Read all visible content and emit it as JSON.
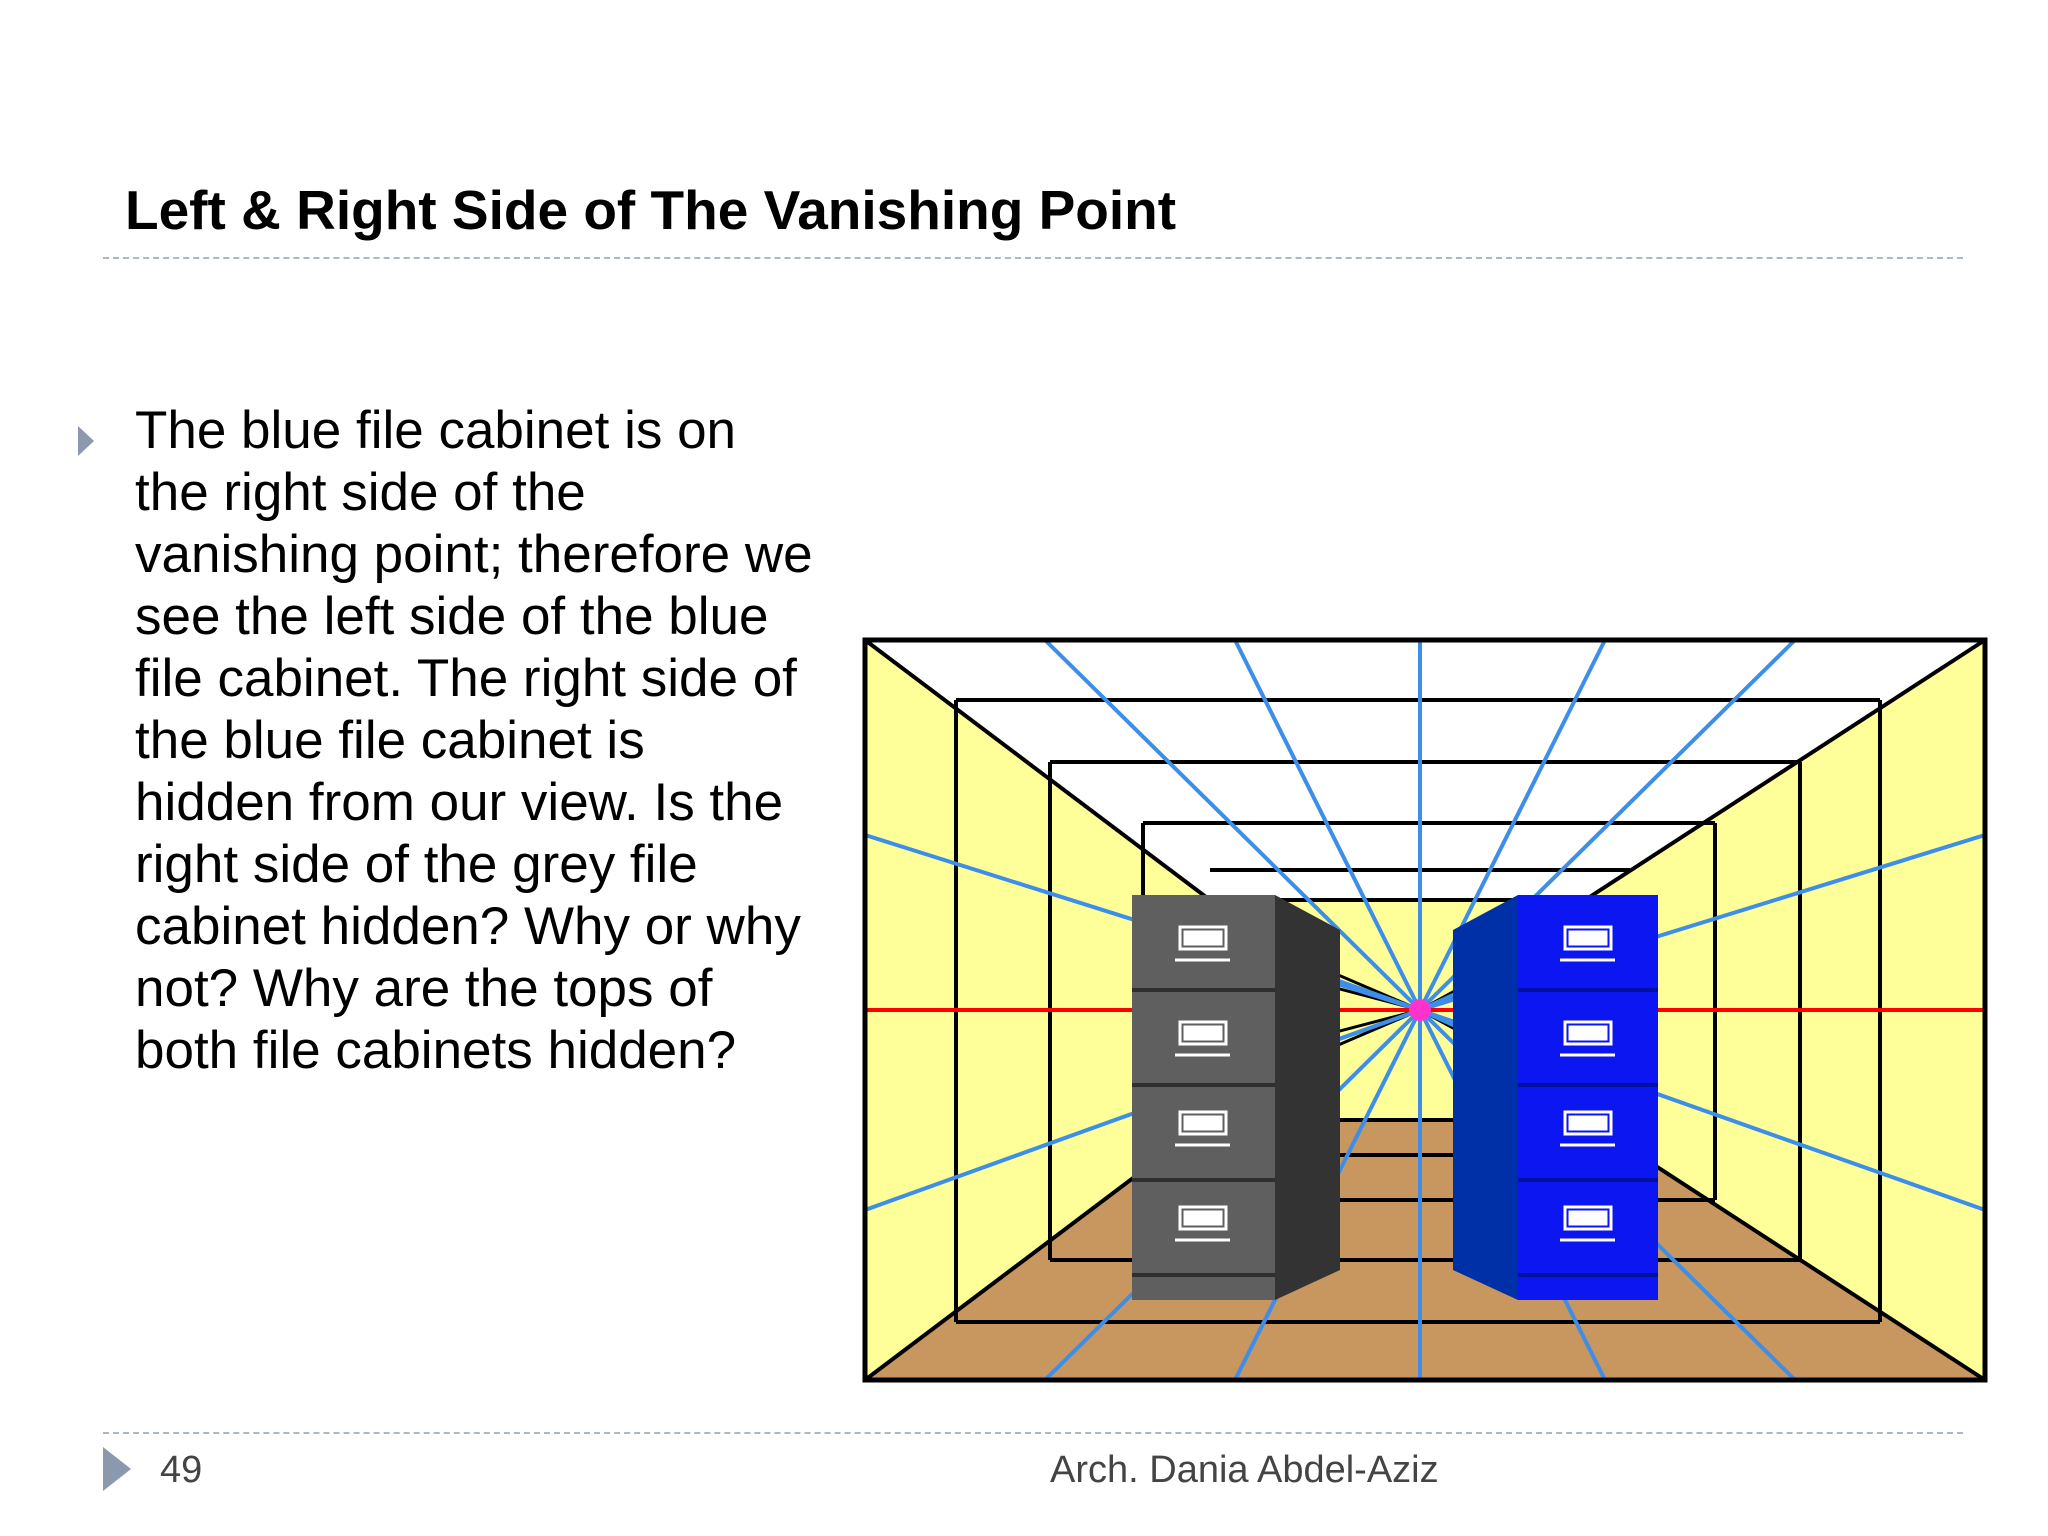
{
  "slide": {
    "title": "Left & Right Side of The Vanishing Point",
    "body": "The blue file cabinet is on the right side of the vanishing point; therefore we see the left side of the blue file cabinet. The right side of the blue file cabinet is hidden from our view. Is the right side of the grey file cabinet hidden? Why or why not? Why are the tops of both file cabinets hidden?"
  },
  "footer": {
    "page_number": "49",
    "author": "Arch. Dania Abdel-Aziz"
  },
  "colors": {
    "bullet": "#8c98ad",
    "wall": "#ffff99",
    "floor": "#c8965f",
    "ceiling": "#ffffff",
    "perspective_lines": "#3d8ee8",
    "horizon_line": "#ff0000",
    "vanishing_point": "#ff33cc",
    "grey_cabinet": "#5f5f5f",
    "blue_cabinet": "#0b16f0"
  },
  "icons": {
    "bullet": "triangle-right-icon",
    "footer": "triangle-right-icon"
  }
}
